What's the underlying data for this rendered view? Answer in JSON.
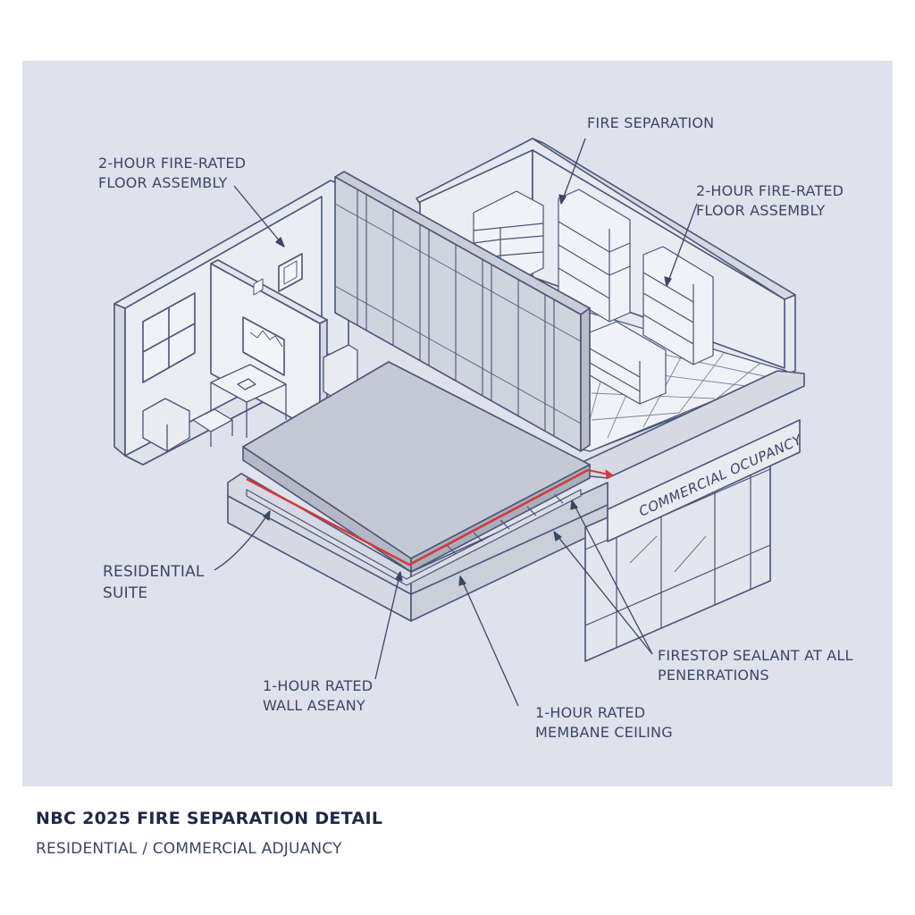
{
  "caption": {
    "title": "NBC 2025 FIRE SEPARATION DETAIL",
    "subtitle": "RESIDENTIAL / COMMERCIAL ADJUANCY"
  },
  "labels": {
    "floor_left": [
      "2-HOUR FIRE-RATED",
      "FLOOR ASSEMBLY"
    ],
    "fire_separation": "FIRE SEPARATION",
    "floor_right": [
      "2-HOUR FIRE-RATED",
      "FLOOR ASSEMBLY"
    ],
    "residential": [
      "RESIDENTIAL",
      "SUITE"
    ],
    "wall": [
      "1-HOUR RATED",
      "WALL ASEANY"
    ],
    "ceiling": [
      "1-HOUR RATED",
      "MEMBANE CEILING"
    ],
    "firestop": [
      "FIRESTOP SEALANT AT ALL",
      "PENERRATIONS"
    ]
  },
  "sign": {
    "text": "COMMERCIAL OCUPANCY"
  },
  "colors": {
    "panel": "#dfe2ec",
    "line": "#4a5577",
    "text": "#3b4666",
    "accent_red": "#d23a3a",
    "slab": "#c5c9d5"
  }
}
